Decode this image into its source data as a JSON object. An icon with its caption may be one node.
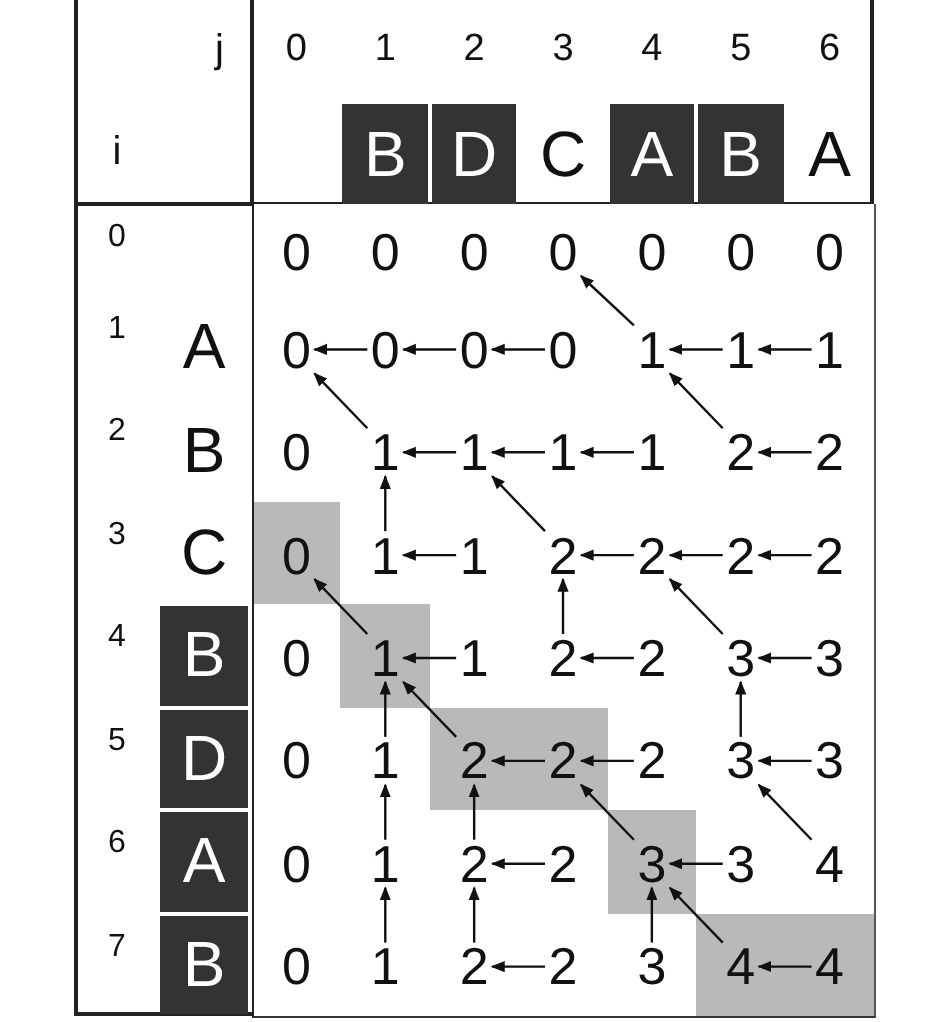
{
  "diagram": {
    "nodes": [
      {
        "text": [
          "0"
        ]
      },
      {
        "text": [
          "0"
        ]
      },
      {
        "text": [
          "0"
        ]
      },
      {
        "text": [
          "0"
        ]
      },
      {
        "text": [
          "0"
        ]
      },
      {
        "text": [
          "0"
        ]
      },
      {
        "text": [
          "0"
        ]
      },
      {
        "text": [
          "0"
        ]
      },
      {
        "text": [
          "0"
        ]
      },
      {
        "text": [
          "0"
        ]
      },
      {
        "text": [
          "0"
        ]
      },
      {
        "text": [
          "1"
        ]
      },
      {
        "text": [
          "1"
        ]
      },
      {
        "text": [
          "1"
        ]
      },
      {
        "text": [
          "0"
        ]
      },
      {
        "text": [
          "1"
        ]
      },
      {
        "text": [
          "1"
        ]
      },
      {
        "text": [
          "1"
        ]
      },
      {
        "text": [
          "1"
        ]
      },
      {
        "text": [
          "2"
        ]
      },
      {
        "text": [
          "2"
        ]
      },
      {
        "text": [
          "0"
        ]
      },
      {
        "text": [
          "1"
        ]
      },
      {
        "text": [
          "1"
        ]
      },
      {
        "text": [
          "2"
        ]
      },
      {
        "text": [
          "2"
        ]
      },
      {
        "text": [
          "2"
        ]
      },
      {
        "text": [
          "2"
        ]
      },
      {
        "text": [
          "0"
        ]
      },
      {
        "text": [
          "1"
        ]
      },
      {
        "text": [
          "1"
        ]
      },
      {
        "text": [
          "2"
        ]
      },
      {
        "text": [
          "2"
        ]
      },
      {
        "text": [
          "3"
        ]
      },
      {
        "text": [
          "3"
        ]
      },
      {
        "text": [
          "0"
        ]
      },
      {
        "text": [
          "1"
        ]
      },
      {
        "text": [
          "2"
        ]
      },
      {
        "text": [
          "2"
        ]
      },
      {
        "text": [
          "2"
        ]
      },
      {
        "text": [
          "3"
        ]
      },
      {
        "text": [
          "3"
        ]
      },
      {
        "text": [
          "0"
        ]
      },
      {
        "text": [
          "1"
        ]
      },
      {
        "text": [
          "2"
        ]
      },
      {
        "text": [
          "2"
        ]
      },
      {
        "text": [
          "3"
        ]
      },
      {
        "text": [
          "3"
        ]
      },
      {
        "text": [
          "4"
        ]
      },
      {
        "text": [
          "0"
        ]
      },
      {
        "text": [
          "1"
        ]
      },
      {
        "text": [
          "2"
        ]
      },
      {
        "text": [
          "2"
        ]
      },
      {
        "text": [
          "3"
        ]
      },
      {
        "text": [
          "4"
        ]
      },
      {
        "text": [
          "4"
        ]
      }
    ],
    "edges": [
      {
        "from": 8,
        "to": 7,
        "arrow": "to"
      },
      {
        "from": 9,
        "to": 8,
        "arrow": "to"
      },
      {
        "from": 10,
        "to": 9,
        "arrow": "to"
      },
      {
        "from": 11,
        "to": 3,
        "arrow": "to"
      },
      {
        "from": 12,
        "to": 11,
        "arrow": "to"
      },
      {
        "from": 13,
        "to": 12,
        "arrow": "to"
      },
      {
        "from": 15,
        "to": 7,
        "arrow": "to"
      },
      {
        "from": 16,
        "to": 15,
        "arrow": "to"
      },
      {
        "from": 17,
        "to": 16,
        "arrow": "to"
      },
      {
        "from": 18,
        "to": 17,
        "arrow": "to"
      },
      {
        "from": 19,
        "to": 11,
        "arrow": "to"
      },
      {
        "from": 20,
        "to": 19,
        "arrow": "to"
      },
      {
        "from": 22,
        "to": 15,
        "arrow": "to"
      },
      {
        "from": 23,
        "to": 22,
        "arrow": "to"
      },
      {
        "from": 24,
        "to": 16,
        "arrow": "to"
      },
      {
        "from": 25,
        "to": 24,
        "arrow": "to"
      },
      {
        "from": 26,
        "to": 25,
        "arrow": "to"
      },
      {
        "from": 27,
        "to": 26,
        "arrow": "to"
      },
      {
        "from": 29,
        "to": 21,
        "arrow": "to"
      },
      {
        "from": 30,
        "to": 29,
        "arrow": "to"
      },
      {
        "from": 31,
        "to": 24,
        "arrow": "to"
      },
      {
        "from": 32,
        "to": 31,
        "arrow": "to"
      },
      {
        "from": 33,
        "to": 25,
        "arrow": "to"
      },
      {
        "from": 34,
        "to": 33,
        "arrow": "to"
      },
      {
        "from": 36,
        "to": 29,
        "arrow": "to"
      },
      {
        "from": 37,
        "to": 29,
        "arrow": "to"
      },
      {
        "from": 38,
        "to": 37,
        "arrow": "to"
      },
      {
        "from": 39,
        "to": 38,
        "arrow": "to"
      },
      {
        "from": 40,
        "to": 33,
        "arrow": "to"
      },
      {
        "from": 41,
        "to": 40,
        "arrow": "to"
      },
      {
        "from": 43,
        "to": 36,
        "arrow": "to"
      },
      {
        "from": 44,
        "to": 37,
        "arrow": "to"
      },
      {
        "from": 45,
        "to": 44,
        "arrow": "to"
      },
      {
        "from": 46,
        "to": 38,
        "arrow": "to"
      },
      {
        "from": 47,
        "to": 46,
        "arrow": "to"
      },
      {
        "from": 48,
        "to": 40,
        "arrow": "to"
      },
      {
        "from": 50,
        "to": 43,
        "arrow": "to"
      },
      {
        "from": 51,
        "to": 44,
        "arrow": "to"
      },
      {
        "from": 52,
        "to": 51,
        "arrow": "to"
      },
      {
        "from": 53,
        "to": 46,
        "arrow": "to"
      },
      {
        "from": 54,
        "to": 46,
        "arrow": "to"
      },
      {
        "from": 55,
        "to": 54,
        "arrow": "to"
      }
    ],
    "labels": [
      "j",
      "0",
      "1",
      "2",
      "3",
      "4",
      "5",
      "6",
      "i",
      "B",
      "D",
      "C",
      "A",
      "B",
      "A",
      "0",
      "1",
      "A",
      "2",
      "B",
      "3",
      "C",
      "4",
      "B",
      "5",
      "D",
      "6",
      "A",
      "7",
      "B"
    ]
  }
}
